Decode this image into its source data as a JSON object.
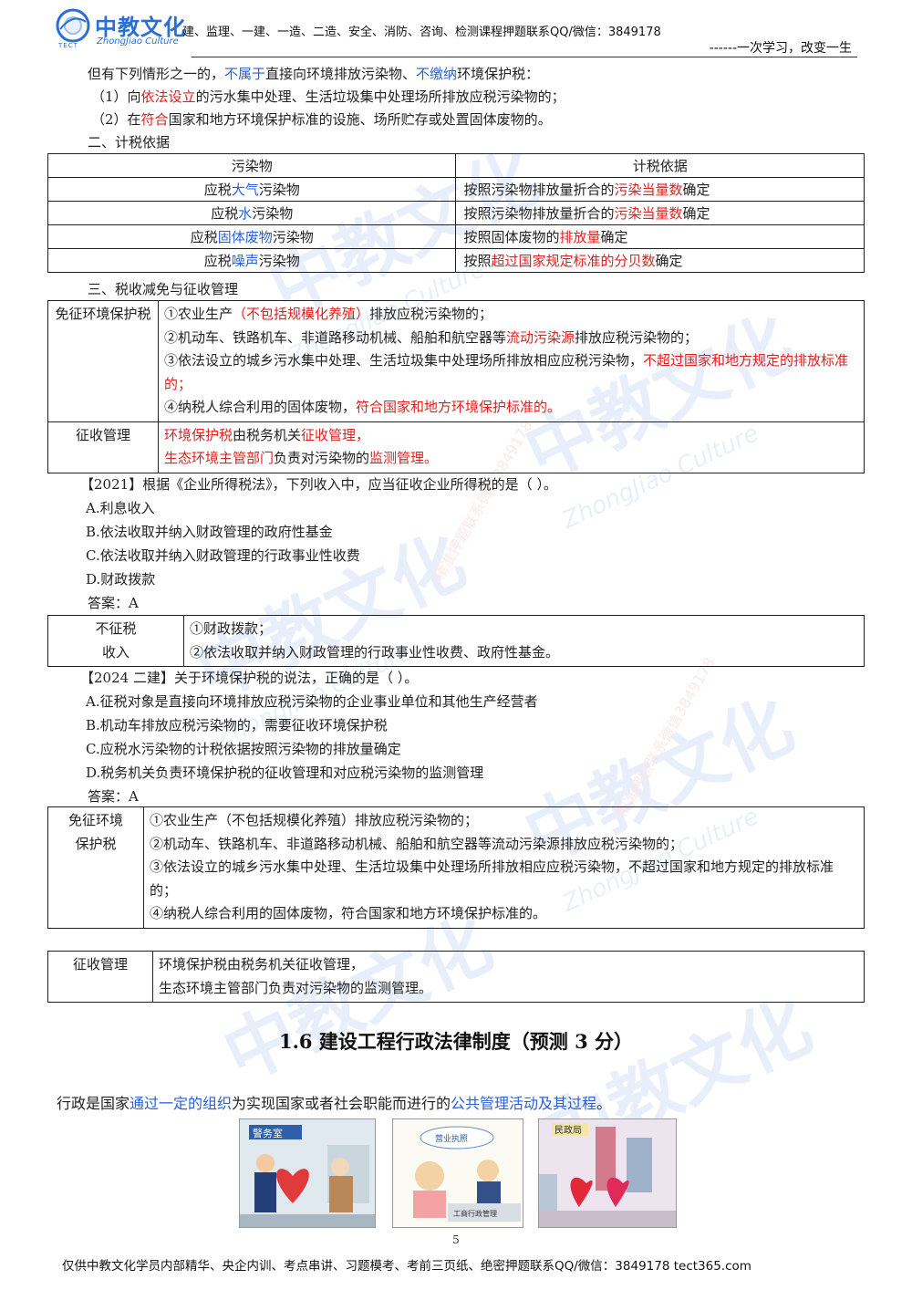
{
  "header": {
    "logo_text": "中教文化",
    "logo_sub": "ZhongJiao Culture",
    "logo_abbr": "TECT",
    "main": "建、监理、一建、一造、二造、安全、消防、咨询、检测课程押题联系QQ/微信：3849178",
    "motto": "------一次学习，改变一生"
  },
  "intro": {
    "l1_a": "但有下列情形之一的，",
    "l1_b": "不属于",
    "l1_c": "直接向环境排放污染物、",
    "l1_d": "不缴纳",
    "l1_e": "环境保护税：",
    "l2_a": "（1）向",
    "l2_b": "依法设立",
    "l2_c": "的污水集中处理、生活垃圾集中处理场所排放应税污染物的；",
    "l3_a": "（2）在",
    "l3_b": "符合",
    "l3_c": "国家和地方环境保护标准的设施、场所贮存或处置固体废物的。",
    "h2": "二、计税依据"
  },
  "table1": {
    "headers": [
      "污染物",
      "计税依据"
    ],
    "rows": [
      {
        "p_a": "应税",
        "p_b": "大气",
        "p_c": "污染物",
        "b_a": "按照污染物排放量折合的",
        "b_b": "污染当量数",
        "b_c": "确定"
      },
      {
        "p_a": "应税",
        "p_b": "水",
        "p_c": "污染物",
        "b_a": "按照污染物排放量折合的",
        "b_b": "污染当量数",
        "b_c": "确定"
      },
      {
        "p_a": "应税",
        "p_b": "固体废物",
        "p_c": "污染物",
        "b_a": "按照固体废物的",
        "b_b": "排放量",
        "b_c": "确定"
      },
      {
        "p_a": "应税",
        "p_b": "噪声",
        "p_c": "污染物",
        "b_a": "按照",
        "b_b": "超过国家规定标准的分贝数",
        "b_c": "确定"
      }
    ]
  },
  "h3": "三、税收减免与征收管理",
  "table2": {
    "exempt_label": "免征环境保护税",
    "e1_a": "①农业生产",
    "e1_b": "（不包括规模化养殖）",
    "e1_c": "排放应税污染物的；",
    "e2_a": "②机动车、铁路机车、非道路移动机械、船舶和航空器等",
    "e2_b": "流动污染源",
    "e2_c": "排放应税污染物的；",
    "e3_a": "③依法设立的城乡污水集中处理、生活垃圾集中处理场所排放相应应税污染物，",
    "e3_b": "不超过国家和地方规定的排放标准的；",
    "e4_a": "④纳税人综合利用的固体废物，",
    "e4_b": "符合国家和地方环境保护标准的。",
    "collect_label": "征收管理",
    "c1_a": "环境保护税",
    "c1_b": "由税务机关",
    "c1_c": "征收管理，",
    "c2_a": "生态环境主管部门",
    "c2_b": "负责对污染物的",
    "c2_c": "监测管理。"
  },
  "q1": {
    "stem": "【2021】根据《企业所得税法》，下列收入中，应当征收企业所得税的是（    ）。",
    "a": "A.利息收入",
    "b": "B.依法收取并纳入财政管理的政府性基金",
    "c": "C.依法收取并纳入财政管理的行政事业性收费",
    "d": "D.财政拨款",
    "answer": "答案：A"
  },
  "table3": {
    "label_1": "不征税",
    "label_2": "收入",
    "r1": "①财政拨款；",
    "r2": "②依法收取并纳入财政管理的行政事业性收费、政府性基金。"
  },
  "q2": {
    "stem": "【2024 二建】关于环境保护税的说法，正确的是（    ）。",
    "a": "A.征税对象是直接向环境排放应税污染物的企业事业单位和其他生产经营者",
    "b": "B.机动车排放应税污染物的，需要征收环境保护税",
    "c": "C.应税水污染物的计税依据按照污染物的排放量确定",
    "d": "D.税务机关负责环境保护税的征收管理和对应税污染物的监测管理",
    "answer": "答案：A"
  },
  "table4": {
    "label_1": "免征环境",
    "label_2": "保护税",
    "r1": "①农业生产（不包括规模化养殖）排放应税污染物的；",
    "r2": "②机动车、铁路机车、非道路移动机械、船舶和航空器等流动污染源排放应税污染物的；",
    "r3": "③依法设立的城乡污水集中处理、生活垃圾集中处理场所排放相应应税污染物，不超过国家和地方规定的排放标准的；",
    "r4": "④纳税人综合利用的固体废物，符合国家和地方环境保护标准的。"
  },
  "table5": {
    "label": "征收管理",
    "r1": "环境保护税由税务机关征收管理，",
    "r2": "生态环境主管部门负责对污染物的监测管理。"
  },
  "section16": {
    "title": "1.6 建设工程行政法律制度（预测 3 分）",
    "p_a": "行政是国家",
    "p_b": "通过一定的组织",
    "p_c": "为实现国家或者社会职能而进行的",
    "p_d": "公共管理活动及其过程",
    "p_e": "。"
  },
  "images": {
    "img1_sign": "警务室",
    "img2_sign": "工商行政管理",
    "img2_bubble": "营业执照",
    "img3_sign": "民政局"
  },
  "page_number": "5",
  "footer": "仅供中教文化学员内部精华、央企内训、考点串讲、习题模考、考前三页纸、绝密押题联系QQ/微信：3849178 tect365.com",
  "watermark": {
    "brand": "中教文化",
    "sub": "ZhongJiao Culture",
    "contact": "精准押题联系微信3849178"
  },
  "colors": {
    "red": "#e02020",
    "blue": "#2a5fd8",
    "brand": "#2a6fd6"
  }
}
